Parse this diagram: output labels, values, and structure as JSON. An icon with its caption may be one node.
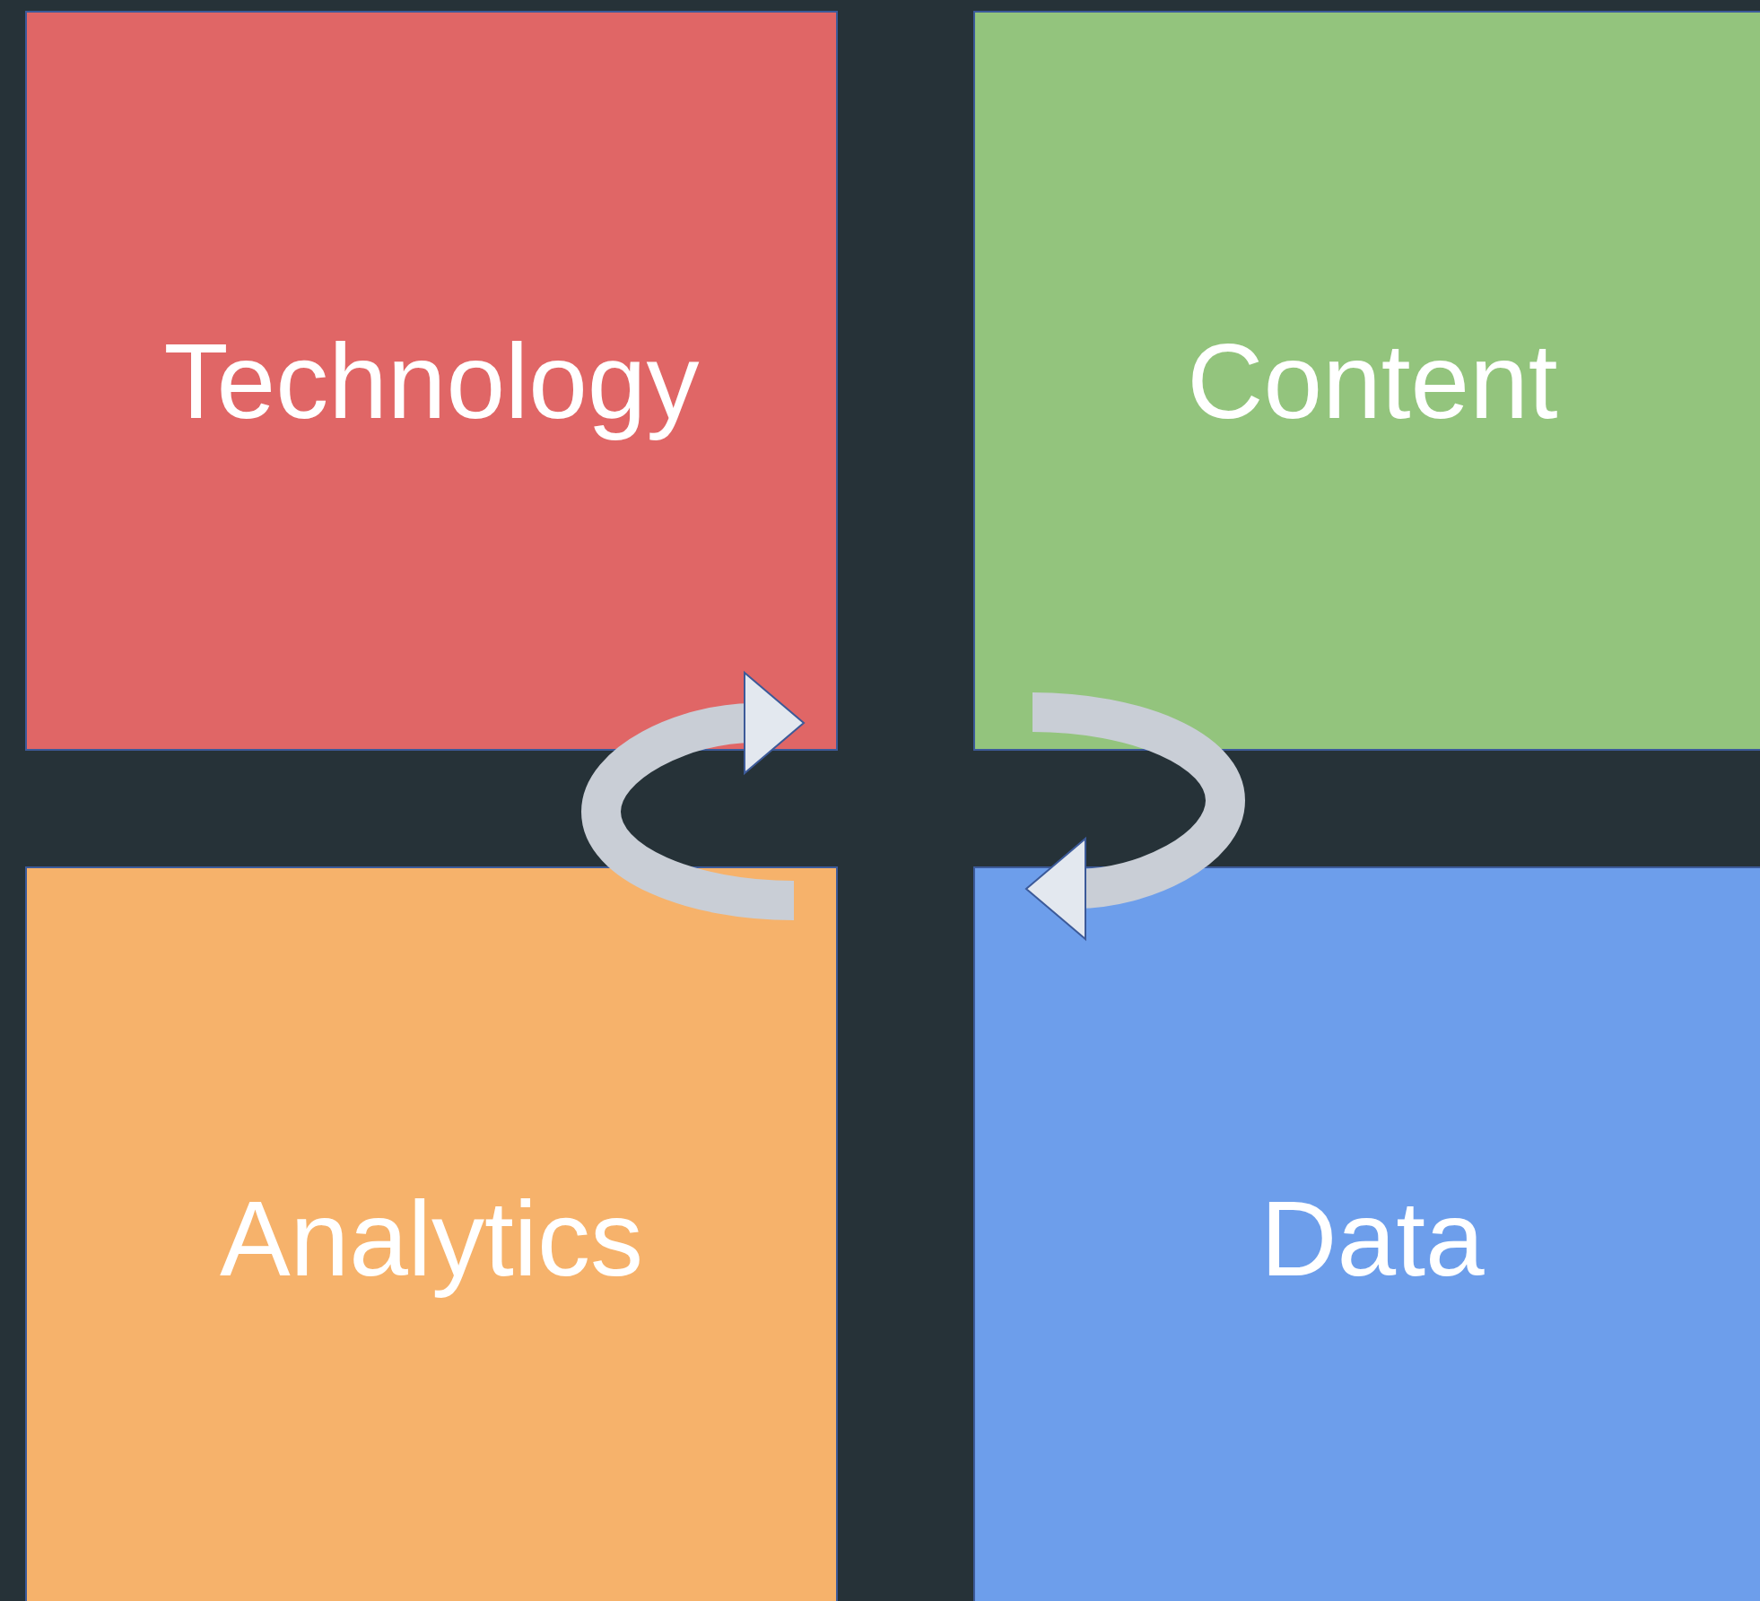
{
  "diagram": {
    "nodes": [
      {
        "text": [
          "Technology"
        ]
      },
      {
        "text": [
          "Content"
        ]
      },
      {
        "text": [
          "Analytics"
        ]
      },
      {
        "text": [
          "Data"
        ]
      }
    ],
    "edges": [
      {
        "from": 2,
        "to": 0,
        "arrow": "to"
      },
      {
        "from": 1,
        "to": 3,
        "arrow": "to"
      }
    ]
  }
}
